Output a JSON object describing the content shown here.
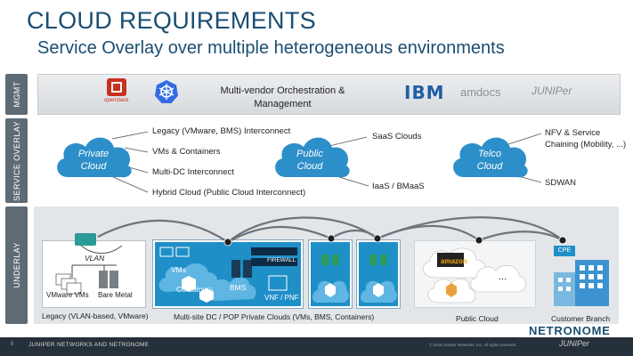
{
  "title": "CLOUD REQUIREMENTS",
  "subtitle": "Service Overlay over multiple heterogeneous environments",
  "side_labels": {
    "mgmt": "MGMT",
    "service_overlay": "SERVICE OVERLAY",
    "underlay": "UNDERLAY"
  },
  "mgmt": {
    "text_line1": "Multi-vendor Orchestration &",
    "text_line2": "Management",
    "openstack": "openstack",
    "ibm": "IBM",
    "amdocs": "amdocs",
    "juniper": "JUNIPer"
  },
  "overlay": {
    "private_cloud": {
      "line1": "Private",
      "line2": "Cloud"
    },
    "public_cloud": {
      "line1": "Public",
      "line2": "Cloud"
    },
    "telco_cloud": {
      "line1": "Telco",
      "line2": "Cloud"
    },
    "private_items": [
      "Legacy (VMware, BMS) Interconnect",
      "VMs & Containers",
      "Multi-DC Interconnect",
      "Hybrid Cloud (Public Cloud Interconnect)"
    ],
    "public_items": [
      "SaaS Clouds",
      "IaaS / BMaaS"
    ],
    "telco_items": {
      "nfv_line1": "NFV & Service",
      "nfv_line2": "Chaining (Mobility, ...)",
      "sdwan": "SDWAN"
    }
  },
  "underlay": {
    "vlan": "VLAN",
    "vmware_vms": "VMware VMs",
    "bare_metal": "Bare Metal",
    "vms": "VMs",
    "containers": "Containers",
    "bms": "BMS",
    "firewall": "FIREWALL",
    "vnf_pnf": "VNF / PNF",
    "amazon": "amazon",
    "ellipsis": "...",
    "cpe": "CPE",
    "legacy_caption": "Legacy (VLAN-based, VMware)",
    "dc_caption": "Multi-site DC / POP Private Clouds  (VMs, BMS, Containers)",
    "public_caption": "Public Cloud",
    "branch_caption": "Customer Branch"
  },
  "footer": {
    "page": "9",
    "left": "JUNIPER NETWORKS AND NETRONOME",
    "right": "© 2015 Juniper Networks, Inc. All rights reserved.",
    "netronome": "NETRONOME",
    "juniper": "JUNIPer"
  },
  "colors": {
    "title": "#1a4e72",
    "cloud": "#2d8fc9",
    "dc_blue": "#1f8fc8",
    "side_label": "#5e6b75"
  }
}
